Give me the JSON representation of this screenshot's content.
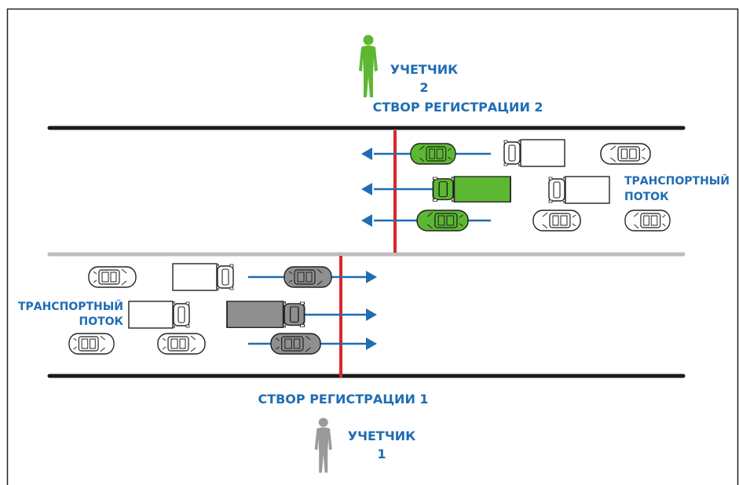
{
  "counter_top": {
    "title": "УЧЕТЧИК",
    "number": "2",
    "line": "СТВОР РЕГИСТРАЦИИ 2"
  },
  "counter_bottom": {
    "title": "УЧЕТЧИК",
    "number": "1",
    "line": "СТВОР РЕГИСТРАЦИИ 1"
  },
  "flow_upper": {
    "line1": "ТРАНСПОРТНЫЙ",
    "line2": "ПОТОК"
  },
  "flow_lower": {
    "line1": "ТРАНСПОРТНЫЙ",
    "line2": "ПОТОК"
  },
  "colors": {
    "label": "#1f6db3",
    "arrow": "#1f6db3",
    "registration_line": "#d9262b",
    "road_edge": "#1a1a1a",
    "median": "#bdbdbd",
    "counted_vehicle_upper": "#5cb832",
    "counted_vehicle_lower": "#8f8f8f",
    "person_top": "#5cb832",
    "person_bottom": "#9a9a9a"
  }
}
